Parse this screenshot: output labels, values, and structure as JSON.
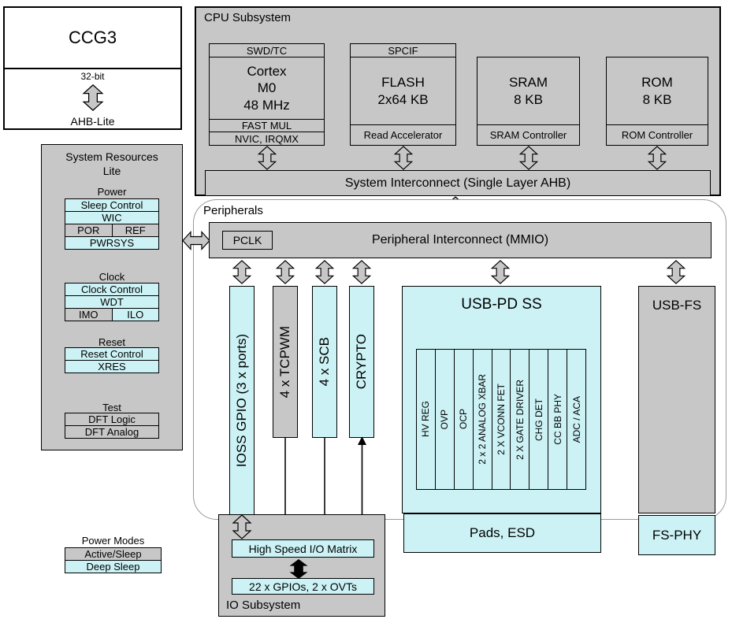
{
  "chip": {
    "title": "CCG3",
    "bus_width": "32-bit",
    "bus": "AHB-Lite"
  },
  "cpu": {
    "label": "CPU Subsystem",
    "interconnect": "System Interconnect (Single Layer AHB)",
    "blocks": [
      {
        "top": "SWD/TC",
        "lines": [
          "Cortex",
          "M0",
          "48 MHz"
        ],
        "bottom1": "FAST MUL",
        "bottom2": "NVIC, IRQMX"
      },
      {
        "top": "SPCIF",
        "lines": [
          "FLASH",
          "2x64 KB"
        ],
        "bottom1": "Read Accelerator"
      },
      {
        "lines": [
          "SRAM",
          "8 KB"
        ],
        "bottom1": "SRAM Controller"
      },
      {
        "lines": [
          "ROM",
          "8 KB"
        ],
        "bottom1": "ROM Controller"
      }
    ]
  },
  "resources": {
    "title_lines": [
      "System Resources",
      "Lite"
    ],
    "groups": [
      {
        "label": "Power",
        "rows": [
          [
            "Sleep Control"
          ],
          [
            "WIC"
          ],
          [
            "POR",
            "REF"
          ],
          [
            "PWRSYS"
          ]
        ]
      },
      {
        "label": "Clock",
        "rows": [
          [
            "Clock Control"
          ],
          [
            "WDT"
          ],
          [
            "IMO",
            "ILO"
          ]
        ]
      },
      {
        "label": "Reset",
        "rows": [
          [
            "Reset Control"
          ],
          [
            "XRES"
          ]
        ]
      },
      {
        "label": "Test",
        "rows": [
          [
            "DFT Logic"
          ],
          [
            "DFT Analog"
          ]
        ]
      }
    ]
  },
  "peripherals": {
    "label": "Peripherals",
    "interconnect": "Peripheral Interconnect (MMIO)",
    "pclk": "PCLK",
    "vblocks": [
      "IOSS GPIO (3 x ports)",
      "4 x TCPWM",
      "4 x SCB",
      "CRYPTO"
    ]
  },
  "usbpd": {
    "title": "USB-PD SS",
    "columns": [
      "HV REG",
      "OVP",
      "OCP",
      "2 x 2 ANALOG XBAR",
      "2 X VCONN FET",
      "2 X GATE DRIVER",
      "CHG DET",
      "CC BB PHY",
      "ADC / ACA"
    ],
    "pads": "Pads, ESD"
  },
  "usbfs": {
    "title": "USB-FS",
    "phy": "FS-PHY"
  },
  "io": {
    "label": "IO Subsystem",
    "matrix": "High Speed I/O Matrix",
    "gpios": "22 x GPIOs, 2 x OVTs"
  },
  "legend": {
    "title": "Power Modes",
    "items": [
      "Active/Sleep",
      "Deep Sleep"
    ]
  },
  "colors": {
    "active_sleep": "#c7c7c7",
    "deep_sleep": "#ccf2f5"
  },
  "icons": {
    "bidir_arrow": "outline double-headed arrow",
    "thick_bidir_arrow": "solid black double-headed arrow",
    "line_bidir_arrow": "thin line with arrowheads both ends"
  }
}
